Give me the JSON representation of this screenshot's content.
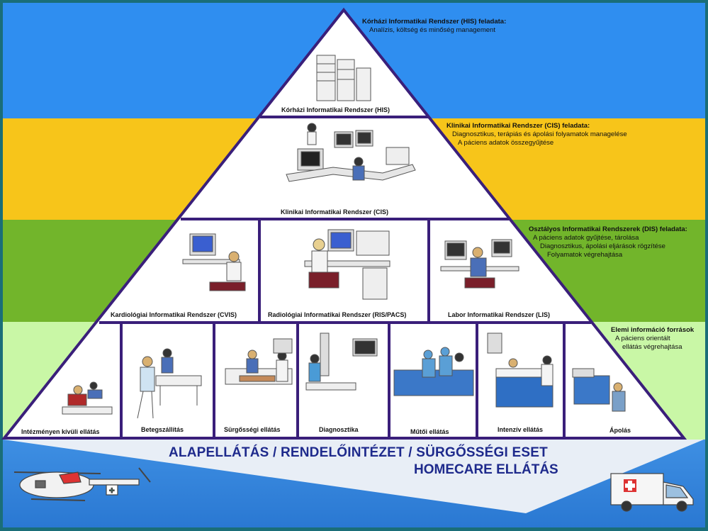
{
  "his": {
    "label": "Kórházi Informatikai Rendszer (HIS)",
    "note_title": "Kórházi Informatikai Rendszer (HIS) feladata:",
    "note_lines": [
      "Analízis, költség és minőség management"
    ]
  },
  "cis": {
    "label": "Klinikai Informatikai Rendszer (CIS)",
    "note_title": "Klinikai Informatikai Rendszer (CIS) feladata:",
    "note_lines": [
      "Diagnosztikus, terápiás és ápolási folyamatok managelése",
      "A páciens adatok összegyűjtése"
    ]
  },
  "dis": {
    "note_title": "Osztályos Informatikai Rendszerek (DIS) feladata:",
    "note_lines": [
      "A páciens adatok gyűjtése, tárolása",
      "Diagnosztikus, ápolási eljárások rögzítése",
      "Folyamatok végrehajtása"
    ],
    "cells": [
      "Kardiológiai Informatikai Rendszer (CVIS)",
      "Radiológiai Informatikai Rendszer (RIS/PACS)",
      "Labor Informatikai Rendszer (LIS)"
    ]
  },
  "elem": {
    "note_title": "Elemi információ források",
    "note_lines": [
      "A páciens orientált",
      "ellátás végrehajtása"
    ],
    "cells": [
      "Intézményen kívüli ellátás",
      "Betegszállítás",
      "Sürgősségi ellátás",
      "Diagnosztika",
      "Műtői ellátás",
      "Intenzív ellátás",
      "Ápolás"
    ]
  },
  "base": {
    "line1": "ALAPELLÁTÁS / RENDELŐINTÉZET / SÜRGŐSSÉGI ESET",
    "line2": "HOMECARE ELLÁTÁS"
  },
  "colors": {
    "his_band": "#2f8ef0",
    "cis_band": "#f7c51a",
    "dis_band": "#72b52b",
    "elem_band": "#c9f7a6",
    "base_band": "#3e8fe3",
    "frame": "#3a1f7a",
    "base_text": "#1e2a8c"
  }
}
